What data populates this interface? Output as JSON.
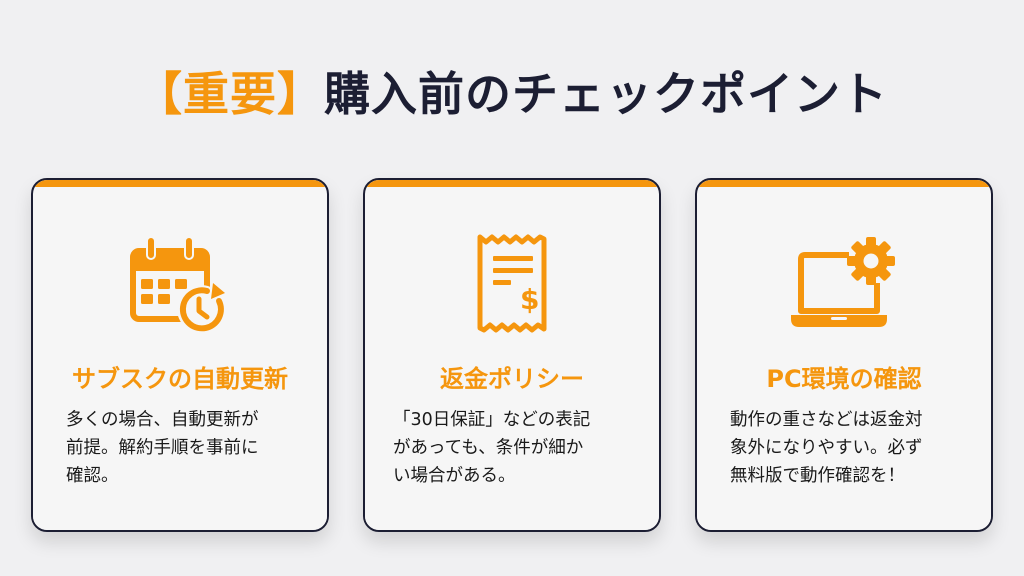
{
  "header": {
    "title_accent": "【重要】",
    "title_main": "購入前のチェックポイント"
  },
  "colors": {
    "accent": "#f5960e",
    "dark": "#1c1e33",
    "background": "#f0f0f2",
    "card": "#f6f6f6"
  },
  "cards": [
    {
      "icon": "calendar-clock-icon",
      "title": "サブスクの自動更新",
      "body_lines": [
        "多くの場合、自動更新が",
        "前提。解約手順を事前に",
        "確認。"
      ]
    },
    {
      "icon": "receipt-dollar-icon",
      "title": "返金ポリシー",
      "body_lines": [
        "「30日保証」などの表記",
        "があっても、条件が細か",
        "い場合がある。"
      ]
    },
    {
      "icon": "laptop-gear-icon",
      "title": "PC環境の確認",
      "body_lines": [
        "動作の重さなどは返金対",
        "象外になりやすい。必ず",
        "無料版で動作確認を！"
      ]
    }
  ]
}
